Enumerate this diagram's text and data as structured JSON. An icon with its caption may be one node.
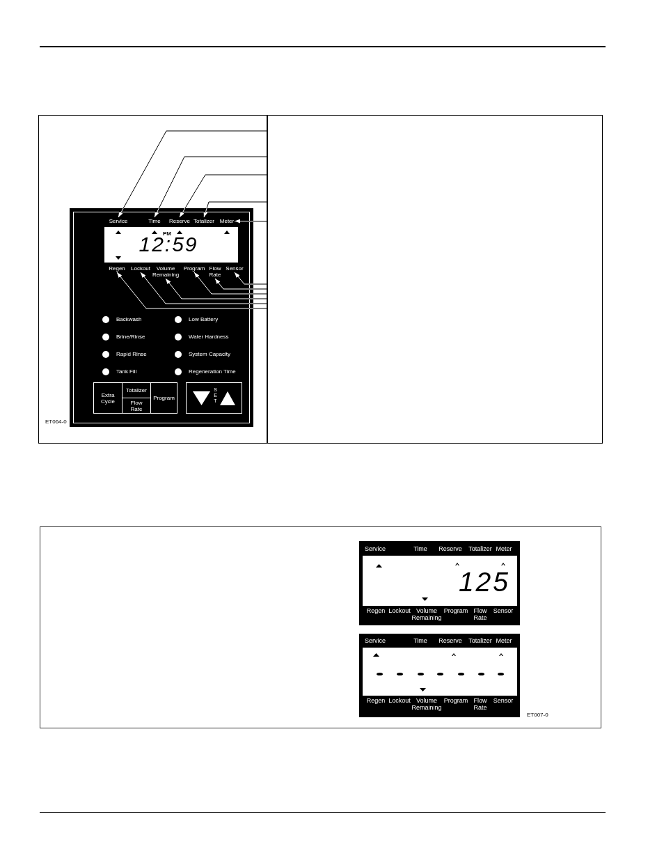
{
  "diagram": {
    "nodes": [
      {
        "text": [
          "Service"
        ]
      },
      {
        "text": [
          "Time"
        ]
      },
      {
        "text": [
          "Reserve"
        ]
      },
      {
        "text": [
          "Totalizer"
        ]
      },
      {
        "text": [
          "Meter"
        ]
      },
      {
        "text": [
          "PM",
          "12:59"
        ]
      },
      {
        "text": [
          "Regen"
        ]
      },
      {
        "text": [
          "Lockout"
        ]
      },
      {
        "text": [
          "Volume Remaining"
        ]
      },
      {
        "text": [
          "Program"
        ]
      },
      {
        "text": [
          "Flow Rate"
        ]
      },
      {
        "text": [
          "Sensor"
        ]
      },
      {
        "text": [
          "Extra Cycle"
        ]
      },
      {
        "text": [
          "Totalizer"
        ]
      },
      {
        "text": [
          "Flow Rate"
        ]
      },
      {
        "text": [
          "Program"
        ]
      },
      {
        "text": [
          "SET"
        ]
      },
      {
        "text": [
          "125"
        ],
        "beside": [
          "Service",
          "Time",
          "Reserve",
          "Totalizer",
          "Meter",
          "Regen",
          "Lockout",
          "Volume Remaining",
          "Program",
          "Flow Rate",
          "Sensor"
        ]
      },
      {
        "text": [],
        "shape": "box",
        "beside": [
          "Service",
          "Time",
          "Reserve",
          "Totalizer",
          "Meter",
          "Regen",
          "Lockout",
          "Volume Remaining",
          "Program",
          "Flow Rate",
          "Sensor"
        ]
      }
    ],
    "edges": [
      {
        "from": null,
        "to": 0,
        "arrow": "to"
      },
      {
        "from": null,
        "to": 1,
        "arrow": "to"
      },
      {
        "from": null,
        "to": 2,
        "arrow": "to"
      },
      {
        "from": null,
        "to": 3,
        "arrow": "to"
      },
      {
        "from": null,
        "to": 4,
        "arrow": "to"
      },
      {
        "from": null,
        "to": 11,
        "arrow": "to"
      },
      {
        "from": null,
        "to": 10,
        "arrow": "to"
      },
      {
        "from": null,
        "to": 9,
        "arrow": "to"
      },
      {
        "from": null,
        "to": 8,
        "arrow": "to"
      },
      {
        "from": null,
        "to": 7,
        "arrow": "to"
      },
      {
        "from": null,
        "to": 6,
        "arrow": "to"
      }
    ],
    "labels": [
      "Backwash",
      "Low Battery",
      "Brine/Rinse",
      "Water Hardness",
      "Rapid Rinse",
      "System Capacity",
      "Tank Fill",
      "Regeneration Time",
      "ET064-0",
      "ET007-0"
    ]
  }
}
